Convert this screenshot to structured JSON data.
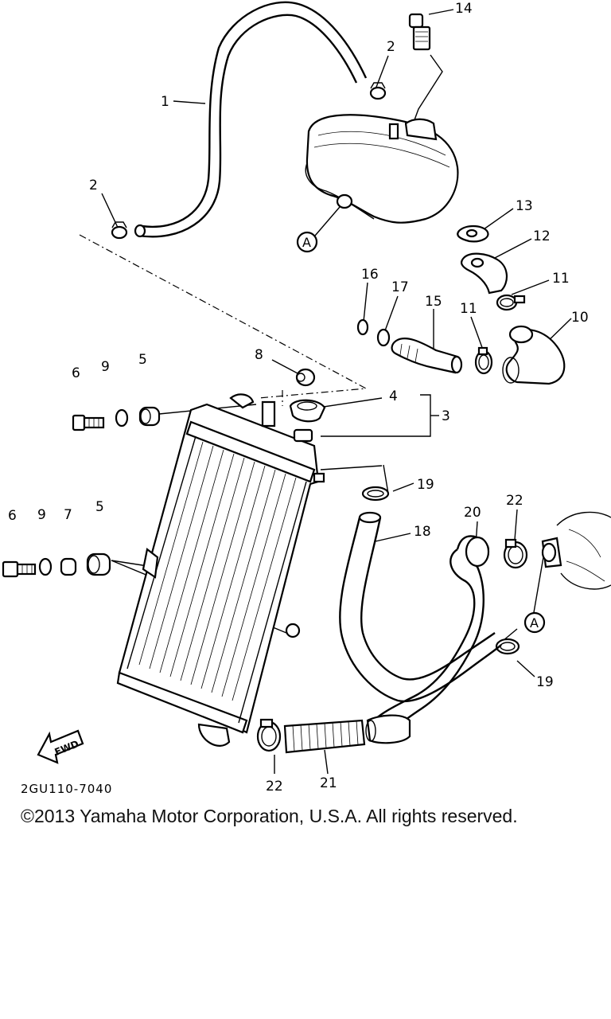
{
  "callouts": {
    "c1": "1",
    "c2a": "2",
    "c2b": "2",
    "c3": "3",
    "c4": "4",
    "c5a": "5",
    "c5b": "5",
    "c6a": "6",
    "c6b": "6",
    "c7": "7",
    "c8": "8",
    "c9a": "9",
    "c9b": "9",
    "c10": "10",
    "c11a": "11",
    "c11b": "11",
    "c12": "12",
    "c13": "13",
    "c14": "14",
    "c15": "15",
    "c16": "16",
    "c17": "17",
    "c18": "18",
    "c19a": "19",
    "c19b": "19",
    "c20": "20",
    "c21": "21",
    "c22a": "22",
    "c22b": "22"
  },
  "markers": {
    "a1": "A",
    "a2": "A"
  },
  "fwd_label": "FWD",
  "diagram_code": "2GU110-7040",
  "copyright": "©2013 Yamaha Motor Corporation, U.S.A. All rights reserved."
}
